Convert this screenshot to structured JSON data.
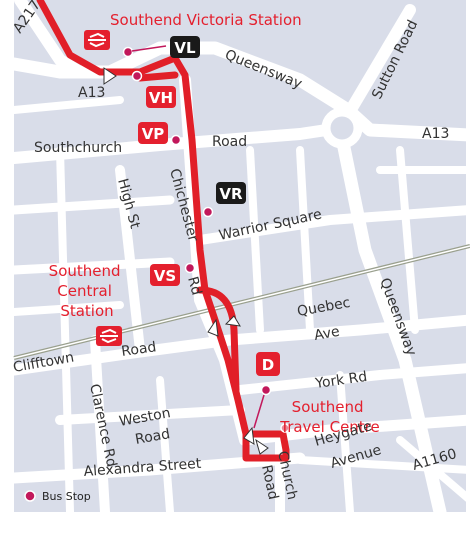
{
  "colors": {
    "route": "#e11f28",
    "stop": "#c2185b",
    "badge_red": "#e4202e",
    "badge_black": "#1a1a1a",
    "road": "#ffffff",
    "block": "#d9dde9",
    "rail": "#9aa08e"
  },
  "icons": {
    "rail": "national-rail-icon",
    "stop": "bus-stop-dot-icon"
  },
  "stops": [
    {
      "code": "VL",
      "style": "black"
    },
    {
      "code": "VH",
      "style": "red"
    },
    {
      "code": "VP",
      "style": "red"
    },
    {
      "code": "VR",
      "style": "black"
    },
    {
      "code": "VS",
      "style": "red"
    },
    {
      "code": "D",
      "style": "red"
    }
  ],
  "stations": {
    "victoria": "Southend Victoria Station",
    "central": [
      "Southend",
      "Central",
      "Station"
    ],
    "travel_centre": [
      "Southend",
      "Travel Centre"
    ]
  },
  "streets": {
    "a217": "A217",
    "queensway_top": "Queensway",
    "sutton_road": "Sutton Road",
    "a13_left": "A13",
    "a13_right": "A13",
    "southchurch": "Southchurch",
    "road_top": "Road",
    "chichester": "Chichester",
    "rd_chichester": "Rd",
    "high_st": "High St",
    "warrior_square": "Warrior Square",
    "quebec": "Quebec",
    "ave": "Ave",
    "queensway_right": "Queensway",
    "clifftown": "Clifftown",
    "road_clifftown": "Road",
    "york_rd": "York Rd",
    "weston": "Weston",
    "road_weston": "Road",
    "clarence_rd": "Clarence Rd",
    "heygate": "Heygate",
    "avenue": "Avenue",
    "a1160": "A1160",
    "alexandra_street": "Alexandra Street",
    "church": "Church",
    "road_church": "Road"
  },
  "legend": {
    "label": "Bus Stop"
  }
}
